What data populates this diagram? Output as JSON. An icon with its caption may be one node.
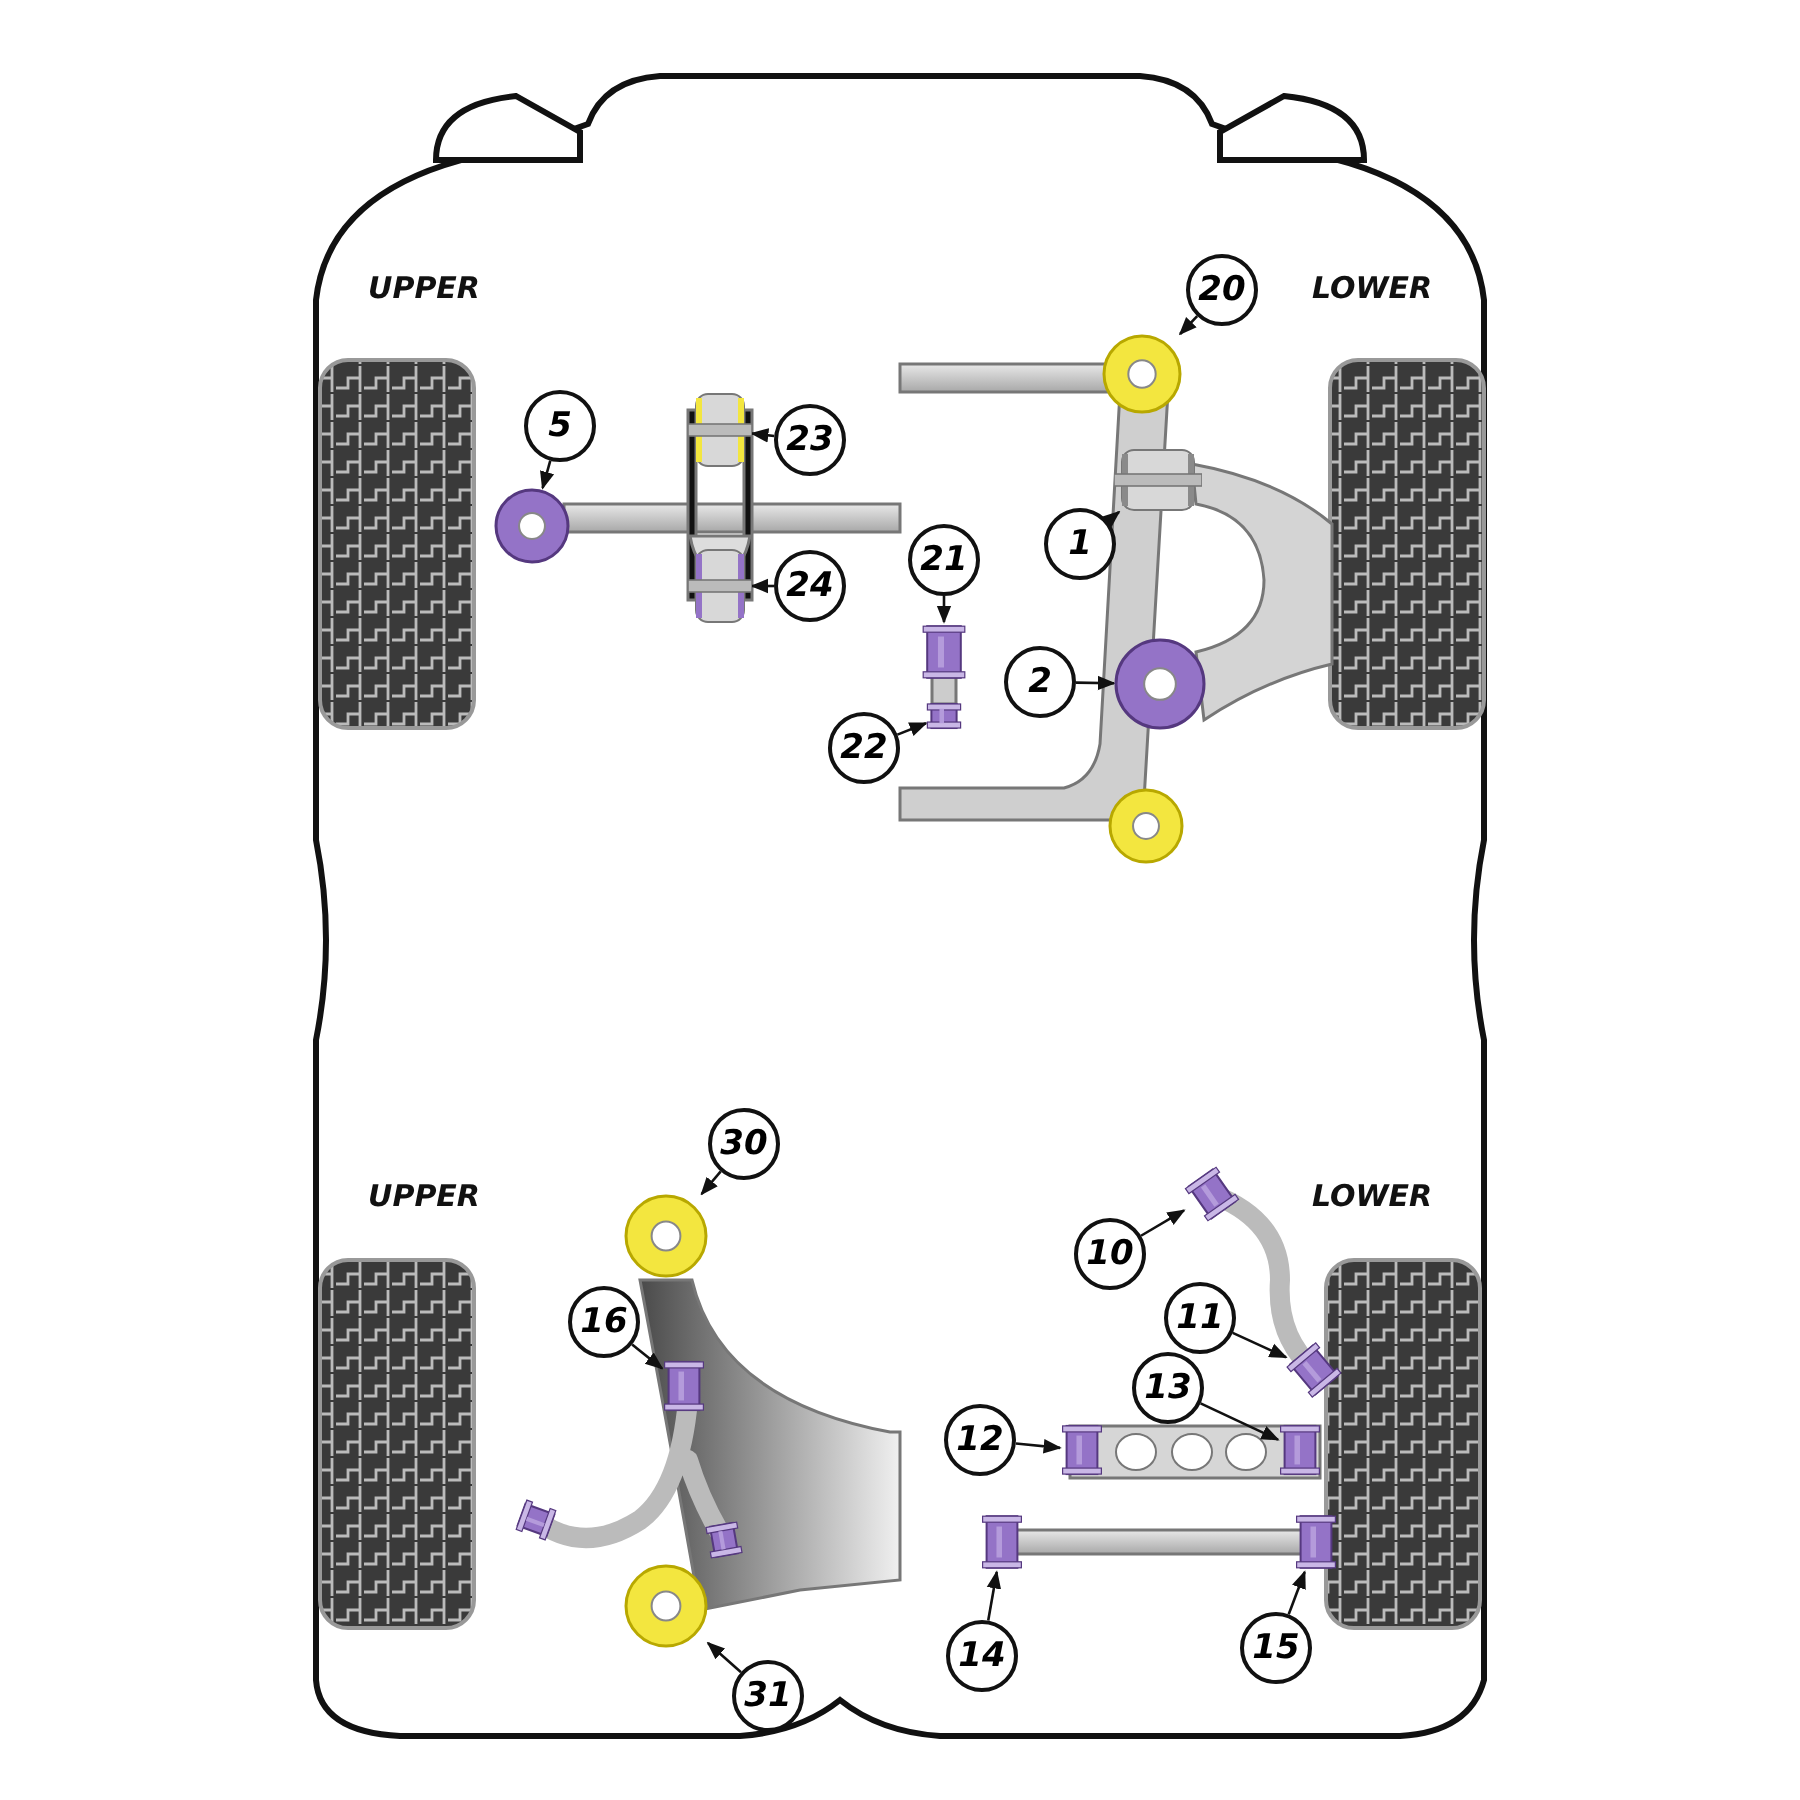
{
  "diagram": {
    "nodes": [
      {
        "text": [
          "20"
        ]
      },
      {
        "text": [
          "5"
        ]
      },
      {
        "text": [
          "23"
        ]
      },
      {
        "text": [
          "1"
        ]
      },
      {
        "text": [
          "24"
        ]
      },
      {
        "text": [
          "21"
        ]
      },
      {
        "text": [
          "2"
        ]
      },
      {
        "text": [
          "22"
        ]
      },
      {
        "text": [
          "30"
        ]
      },
      {
        "text": [
          "10"
        ]
      },
      {
        "text": [
          "16"
        ]
      },
      {
        "text": [
          "11"
        ]
      },
      {
        "text": [
          "13"
        ]
      },
      {
        "text": [
          "12"
        ]
      },
      {
        "text": [
          "14"
        ]
      },
      {
        "text": [
          "15"
        ]
      },
      {
        "text": [
          "31"
        ]
      },
      {
        "text": [],
        "shape": "picture"
      },
      {
        "text": [],
        "shape": "picture"
      },
      {
        "text": [],
        "shape": "picture"
      },
      {
        "text": [],
        "shape": "picture"
      },
      {
        "text": [],
        "shape": "picture"
      },
      {
        "text": [],
        "shape": "picture"
      },
      {
        "text": [],
        "shape": "picture"
      },
      {
        "text": [],
        "shape": "picture"
      },
      {
        "text": [],
        "shape": "picture"
      },
      {
        "text": [],
        "shape": "picture"
      },
      {
        "text": [],
        "shape": "picture"
      },
      {
        "text": [],
        "shape": "picture"
      },
      {
        "text": [],
        "shape": "picture"
      },
      {
        "text": [],
        "shape": "picture"
      },
      {
        "text": [],
        "shape": "picture"
      },
      {
        "text": [],
        "shape": "picture"
      },
      {
        "text": [],
        "shape": "picture"
      }
    ],
    "edges": [
      {
        "from": 0,
        "to": 17,
        "arrow": "to"
      },
      {
        "from": 1,
        "to": 18,
        "arrow": "to"
      },
      {
        "from": 2,
        "to": 19,
        "arrow": "to"
      },
      {
        "from": 3,
        "to": 20,
        "arrow": "to"
      },
      {
        "from": 4,
        "to": 21,
        "arrow": "to"
      },
      {
        "from": 5,
        "to": 22,
        "arrow": "to"
      },
      {
        "from": 6,
        "to": 23,
        "arrow": "to"
      },
      {
        "from": 7,
        "to": 24,
        "arrow": "to"
      },
      {
        "from": 8,
        "to": 25,
        "arrow": "to"
      },
      {
        "from": 9,
        "to": 26,
        "arrow": "to"
      },
      {
        "from": 10,
        "to": 27,
        "arrow": "to"
      },
      {
        "from": 11,
        "to": 28,
        "arrow": "to"
      },
      {
        "from": 12,
        "to": 29,
        "arrow": "to"
      },
      {
        "from": 13,
        "to": 30,
        "arrow": "to"
      },
      {
        "from": 14,
        "to": 31,
        "arrow": "to"
      },
      {
        "from": 15,
        "to": 32,
        "arrow": "to"
      },
      {
        "from": 16,
        "to": 33,
        "arrow": "to"
      }
    ],
    "labels": [
      "UPPER",
      "LOWER",
      "UPPER",
      "LOWER"
    ]
  }
}
